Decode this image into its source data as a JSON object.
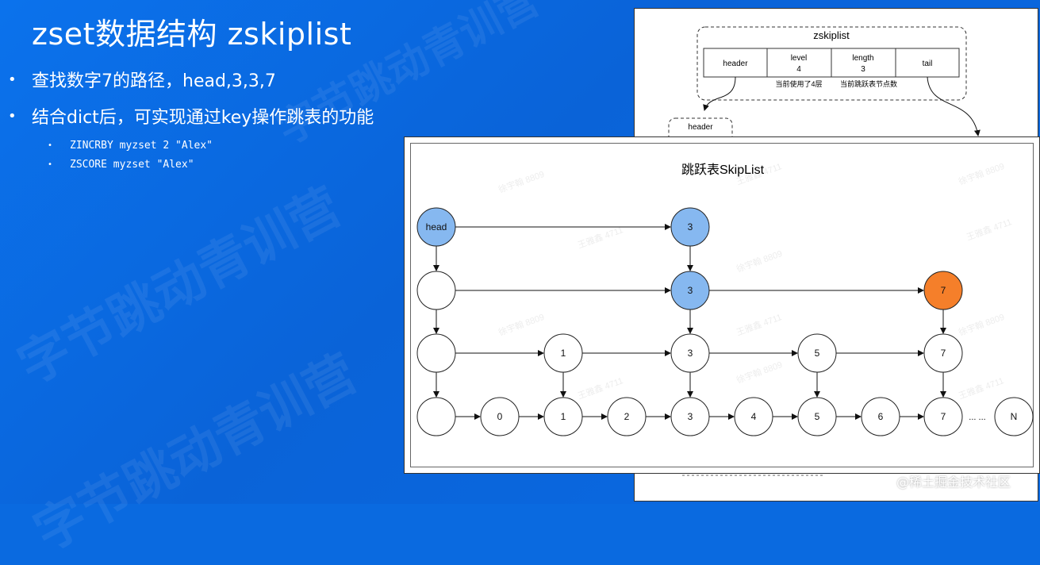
{
  "slide": {
    "title": "zset数据结构 zskiplist",
    "bullets": [
      "查找数字7的路径，head,3,3,7",
      "结合dict后，可实现通过key操作跳表的功能"
    ],
    "sub_bullets": [
      "ZINCRBY myzset 2 \"Alex\"",
      "ZSCORE myzset \"Alex\""
    ],
    "watermark": "字节跳动青训营",
    "credit": "@稀土掘金技术社区"
  },
  "zskiplist": {
    "title": "zskiplist",
    "fields": [
      {
        "label": "header",
        "value": ""
      },
      {
        "label": "level",
        "value": "4"
      },
      {
        "label": "length",
        "value": "3"
      },
      {
        "label": "tail",
        "value": ""
      }
    ],
    "note_level": "当前使用了4层",
    "note_length": "当前跳跃表节点数",
    "header_label": "header"
  },
  "skiplist": {
    "title": "跳跃表SkipList",
    "head_label": "head",
    "ellipsis": "... ...",
    "node_colors": {
      "path": "#86b8f0",
      "target": "#f57f2a",
      "default": "#ffffff"
    },
    "levels": [
      {
        "level": 4,
        "nodes": [
          "3"
        ]
      },
      {
        "level": 3,
        "nodes": [
          "3",
          "7"
        ]
      },
      {
        "level": 2,
        "nodes": [
          "1",
          "3",
          "5",
          "7"
        ]
      },
      {
        "level": 1,
        "nodes": [
          "0",
          "1",
          "2",
          "3",
          "4",
          "5",
          "6",
          "7",
          "N"
        ]
      }
    ],
    "search_path": [
      "head",
      "3",
      "3",
      "7"
    ]
  },
  "overlay_watermarks": [
    "徐宇翰 8809",
    "王雅鑫 4711"
  ]
}
